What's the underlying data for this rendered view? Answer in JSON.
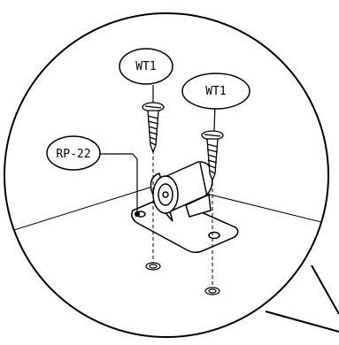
{
  "callouts": {
    "screw_left": "WT1",
    "screw_right": "WT1",
    "bracket": "RP-22"
  }
}
